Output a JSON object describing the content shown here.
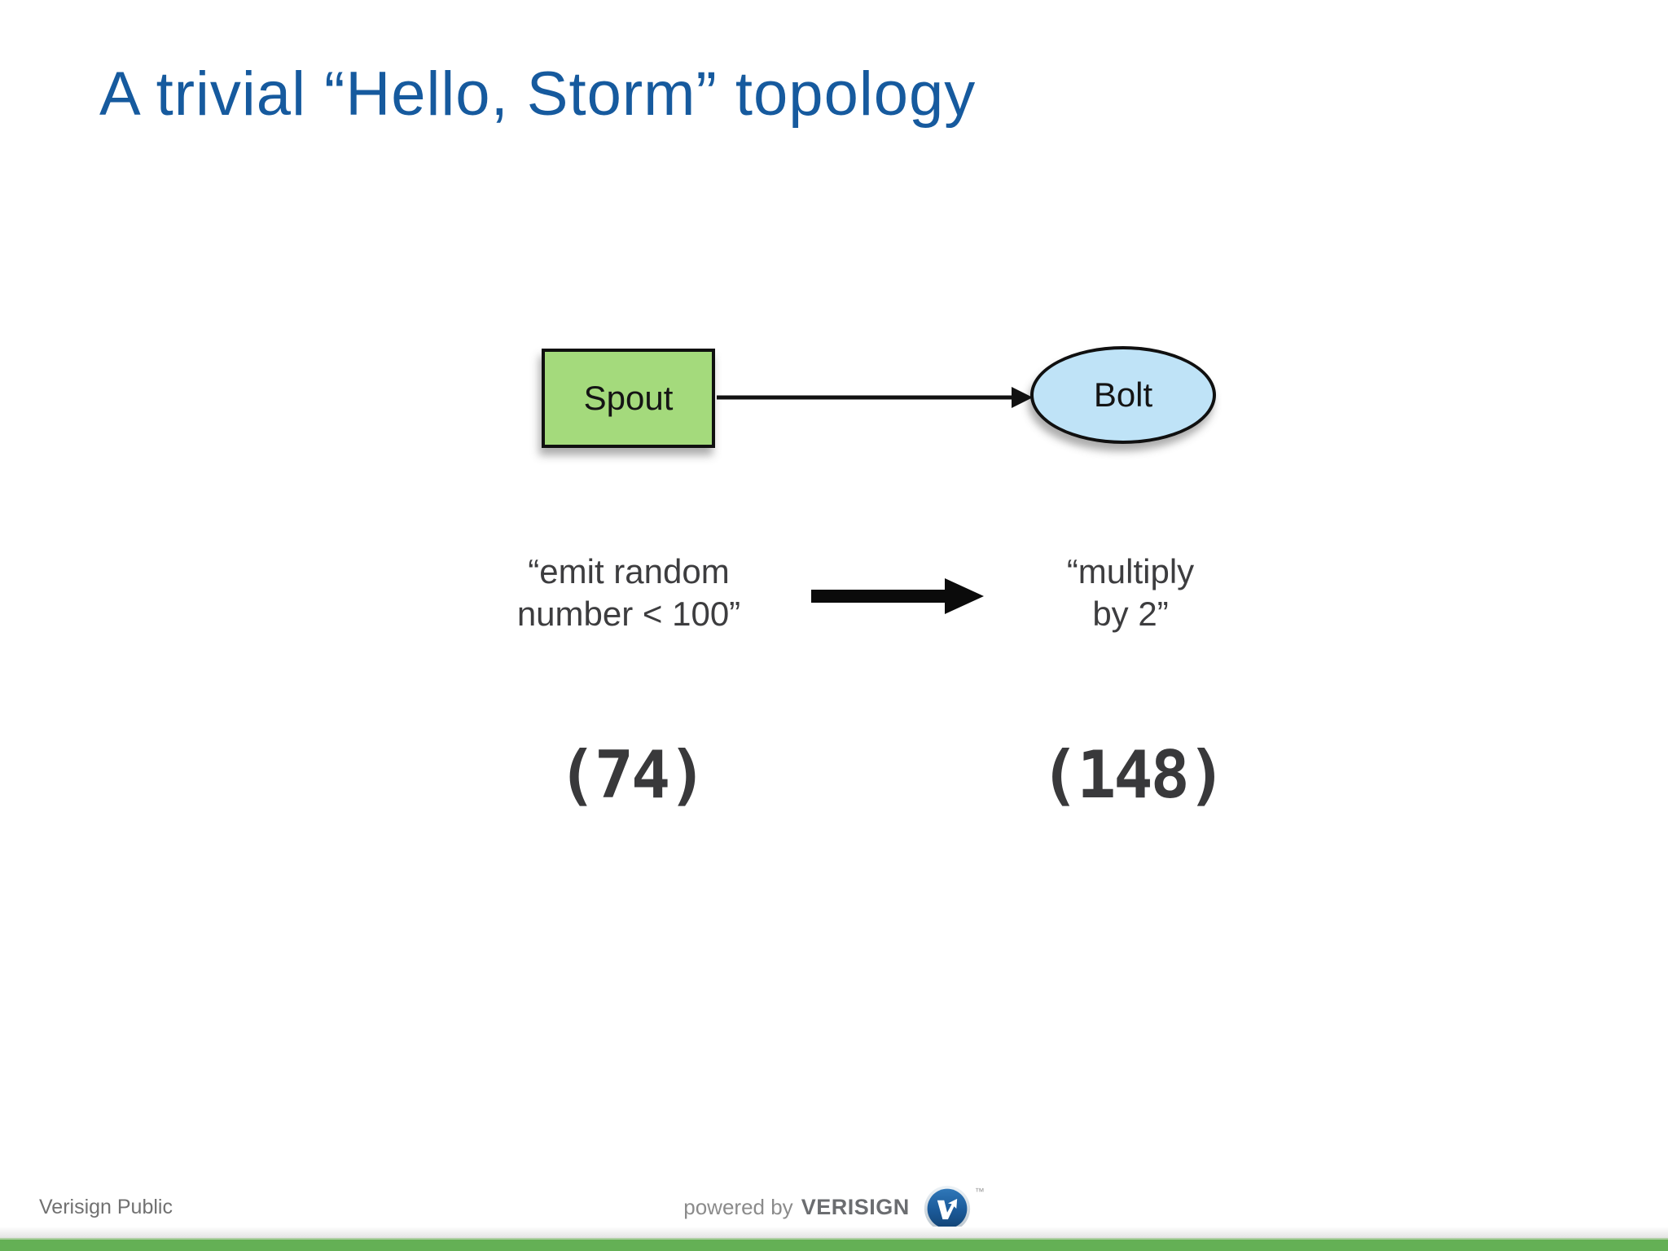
{
  "slide": {
    "title": "A trivial “Hello, Storm” topology"
  },
  "diagram": {
    "nodes": [
      {
        "id": "spout",
        "label": "Spout",
        "shape": "rectangle",
        "annotation_lines": [
          "“emit random",
          "number < 100”"
        ],
        "count": "(74)"
      },
      {
        "id": "bolt",
        "label": "Bolt",
        "shape": "ellipse",
        "annotation_lines": [
          "“multiply",
          "by 2”"
        ],
        "count": "(148)"
      }
    ],
    "edges": [
      {
        "from": "spout",
        "to": "bolt",
        "style": "thin-arrow"
      },
      {
        "from": "spout-annotation",
        "to": "bolt-annotation",
        "style": "thick-arrow"
      }
    ]
  },
  "footer": {
    "classification": "Verisign Public",
    "powered_by_label": "powered by",
    "brand": "VERISIGN",
    "trademark": "™",
    "logo_icon": "verisign-v-logo"
  },
  "colors": {
    "title_blue": "#165A9E",
    "spout_green": "#A4DA7C",
    "bolt_blue": "#BFE3F7",
    "text_gray": "#3D3D3F",
    "count_gray": "#39393B",
    "bar_green": "#64B055",
    "logo_blue": "#1C5C9C"
  }
}
